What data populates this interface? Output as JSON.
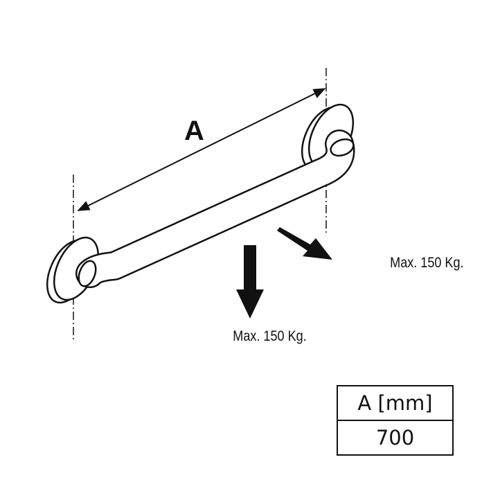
{
  "diagram": {
    "dimension_label": "A",
    "loads": [
      {
        "label": "Max. 150 Kg."
      },
      {
        "label": "Max. 150 Kg."
      }
    ],
    "colors": {
      "line": "#111111",
      "background": "#ffffff"
    }
  },
  "dimension_table": {
    "header": "A [mm]",
    "value": "700"
  }
}
